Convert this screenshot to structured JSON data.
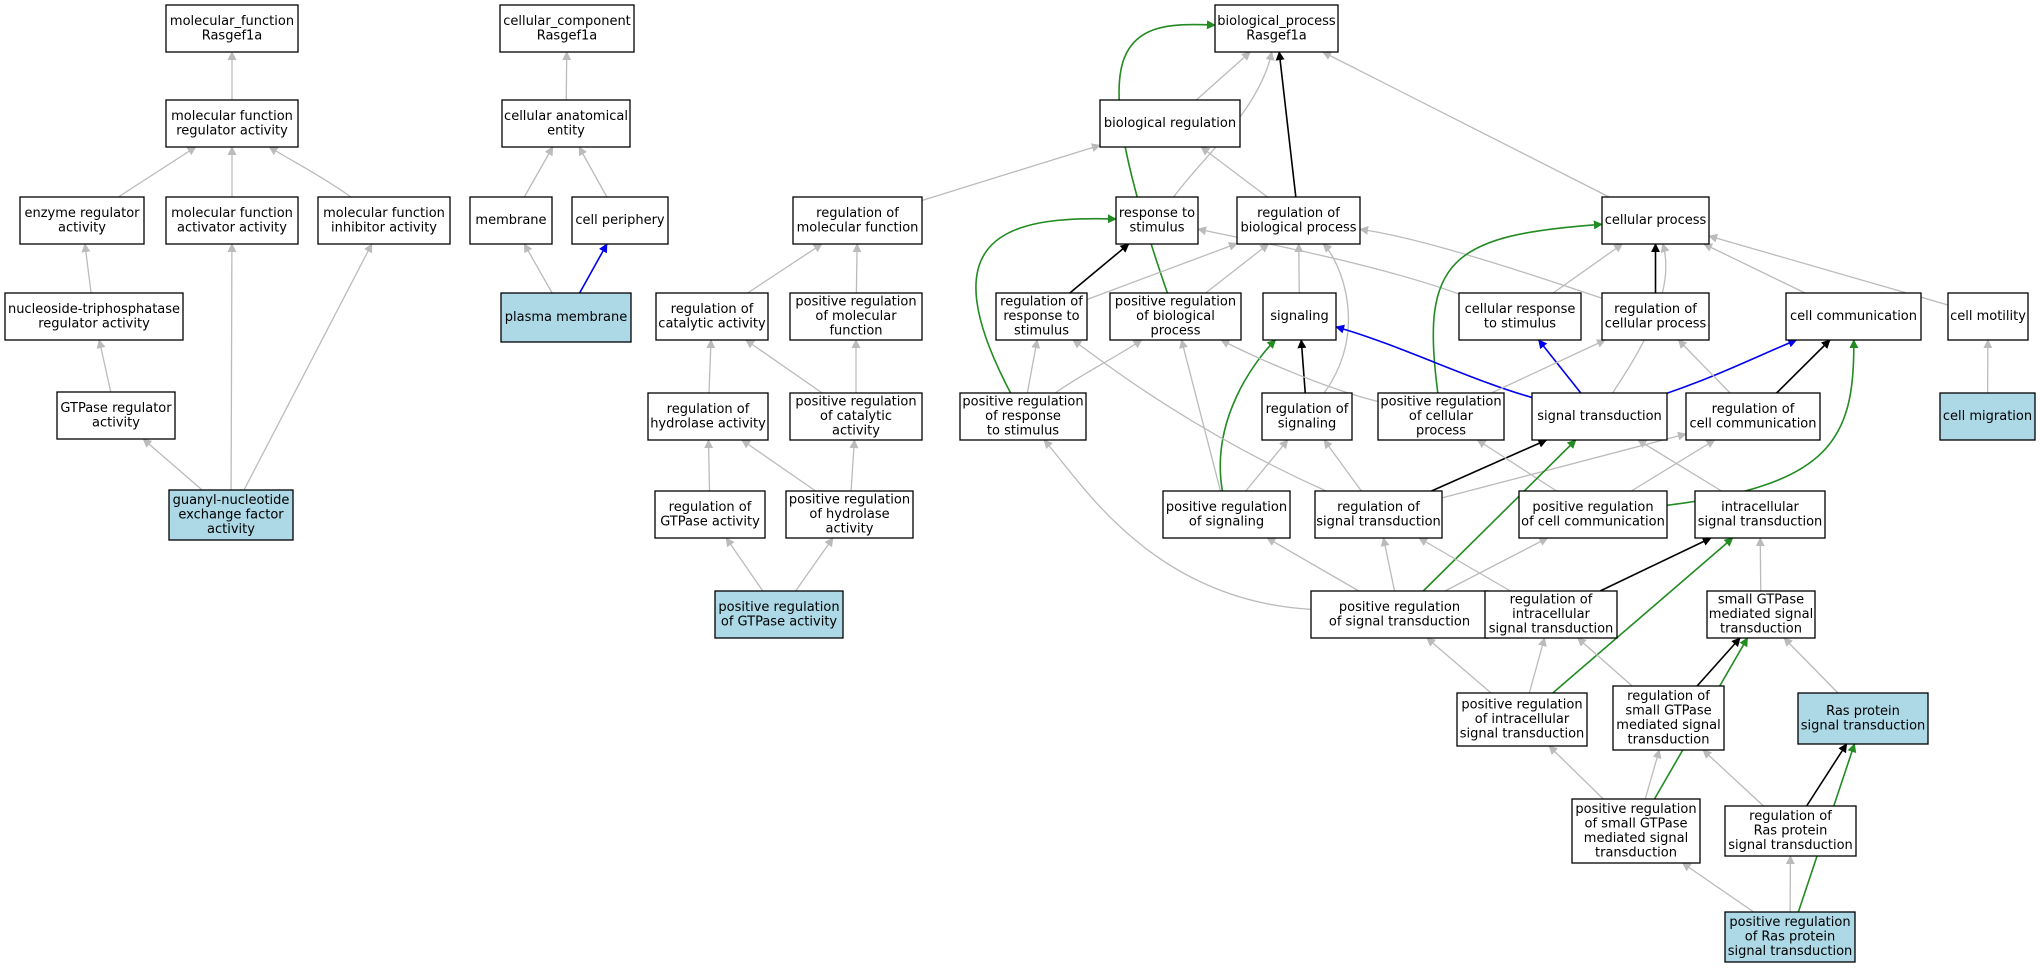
{
  "colors": {
    "background": "#ffffff",
    "node_fill": "#ffffff",
    "highlight_fill": "#add8e6",
    "node_border": "#000000",
    "edge_is_a": "#bbbbbb",
    "edge_regulates": "#000000",
    "edge_part_of": "#0000ee",
    "edge_positively_regulates": "#228b22"
  },
  "nodes": [
    {
      "id": "mf_root",
      "lines": [
        "molecular_function",
        "Rasgef1a"
      ],
      "highlight": false
    },
    {
      "id": "mf_reg",
      "lines": [
        "molecular function",
        "regulator activity"
      ],
      "highlight": false
    },
    {
      "id": "enz_reg",
      "lines": [
        "enzyme regulator",
        "activity"
      ],
      "highlight": false
    },
    {
      "id": "mf_act",
      "lines": [
        "molecular function",
        "activator activity"
      ],
      "highlight": false
    },
    {
      "id": "mf_inh",
      "lines": [
        "molecular function",
        "inhibitor activity"
      ],
      "highlight": false
    },
    {
      "id": "ntp_reg",
      "lines": [
        "nucleoside-triphosphatase",
        "regulator activity"
      ],
      "highlight": false
    },
    {
      "id": "gtp_reg",
      "lines": [
        "GTPase regulator",
        "activity"
      ],
      "highlight": false
    },
    {
      "id": "gef",
      "lines": [
        "guanyl-nucleotide",
        "exchange factor",
        "activity"
      ],
      "highlight": true
    },
    {
      "id": "cc_root",
      "lines": [
        "cellular_component",
        "Rasgef1a"
      ],
      "highlight": false
    },
    {
      "id": "cae",
      "lines": [
        "cellular anatomical",
        "entity"
      ],
      "highlight": false
    },
    {
      "id": "membrane",
      "lines": [
        "membrane"
      ],
      "highlight": false
    },
    {
      "id": "cell_per",
      "lines": [
        "cell periphery"
      ],
      "highlight": false
    },
    {
      "id": "pm",
      "lines": [
        "plasma membrane"
      ],
      "highlight": true
    },
    {
      "id": "bp_root",
      "lines": [
        "biological_process",
        "Rasgef1a"
      ],
      "highlight": false
    },
    {
      "id": "bio_reg",
      "lines": [
        "biological regulation"
      ],
      "highlight": false
    },
    {
      "id": "reg_mf",
      "lines": [
        "regulation of",
        "molecular function"
      ],
      "highlight": false
    },
    {
      "id": "resp_stim",
      "lines": [
        "response to",
        "stimulus"
      ],
      "highlight": false
    },
    {
      "id": "reg_bp",
      "lines": [
        "regulation of",
        "biological process"
      ],
      "highlight": false
    },
    {
      "id": "cell_proc",
      "lines": [
        "cellular process"
      ],
      "highlight": false
    },
    {
      "id": "reg_cat",
      "lines": [
        "regulation of",
        "catalytic activity"
      ],
      "highlight": false
    },
    {
      "id": "pos_reg_mf",
      "lines": [
        "positive regulation",
        "of molecular",
        "function"
      ],
      "highlight": false
    },
    {
      "id": "reg_resp",
      "lines": [
        "regulation of",
        "response to",
        "stimulus"
      ],
      "highlight": false
    },
    {
      "id": "pos_reg_bp",
      "lines": [
        "positive regulation",
        "of biological",
        "process"
      ],
      "highlight": false
    },
    {
      "id": "signaling",
      "lines": [
        "signaling"
      ],
      "highlight": false
    },
    {
      "id": "cell_resp",
      "lines": [
        "cellular response",
        "to stimulus"
      ],
      "highlight": false
    },
    {
      "id": "reg_cp",
      "lines": [
        "regulation of",
        "cellular process"
      ],
      "highlight": false
    },
    {
      "id": "cell_comm",
      "lines": [
        "cell communication"
      ],
      "highlight": false
    },
    {
      "id": "cell_mot",
      "lines": [
        "cell motility"
      ],
      "highlight": false
    },
    {
      "id": "reg_hyd",
      "lines": [
        "regulation of",
        "hydrolase activity"
      ],
      "highlight": false
    },
    {
      "id": "pos_reg_cat",
      "lines": [
        "positive regulation",
        "of catalytic",
        "activity"
      ],
      "highlight": false
    },
    {
      "id": "pos_reg_resp",
      "lines": [
        "positive regulation",
        "of response",
        "to stimulus"
      ],
      "highlight": false
    },
    {
      "id": "reg_sig",
      "lines": [
        "regulation of",
        "signaling"
      ],
      "highlight": false
    },
    {
      "id": "pos_reg_cp",
      "lines": [
        "positive regulation",
        "of cellular",
        "process"
      ],
      "highlight": false
    },
    {
      "id": "sig_trans",
      "lines": [
        "signal transduction"
      ],
      "highlight": false
    },
    {
      "id": "reg_cc",
      "lines": [
        "regulation of",
        "cell communication"
      ],
      "highlight": false
    },
    {
      "id": "cell_mig",
      "lines": [
        "cell migration"
      ],
      "highlight": true
    },
    {
      "id": "reg_gtp",
      "lines": [
        "regulation of",
        "GTPase activity"
      ],
      "highlight": false
    },
    {
      "id": "pos_reg_hyd",
      "lines": [
        "positive regulation",
        "of hydrolase",
        "activity"
      ],
      "highlight": false
    },
    {
      "id": "pos_reg_sig",
      "lines": [
        "positive regulation",
        "of signaling"
      ],
      "highlight": false
    },
    {
      "id": "reg_st",
      "lines": [
        "regulation of",
        "signal transduction"
      ],
      "highlight": false
    },
    {
      "id": "pos_reg_cc",
      "lines": [
        "positive regulation",
        "of cell communication"
      ],
      "highlight": false
    },
    {
      "id": "intra_st",
      "lines": [
        "intracellular",
        "signal transduction"
      ],
      "highlight": false
    },
    {
      "id": "pos_reg_gtp",
      "lines": [
        "positive regulation",
        "of GTPase activity"
      ],
      "highlight": true
    },
    {
      "id": "pos_reg_st",
      "lines": [
        "positive regulation",
        "of signal transduction"
      ],
      "highlight": false
    },
    {
      "id": "reg_ist",
      "lines": [
        "regulation of",
        "intracellular",
        "signal transduction"
      ],
      "highlight": false
    },
    {
      "id": "sgtp",
      "lines": [
        "small GTPase",
        "mediated signal",
        "transduction"
      ],
      "highlight": false
    },
    {
      "id": "pos_reg_ist",
      "lines": [
        "positive regulation",
        "of intracellular",
        "signal transduction"
      ],
      "highlight": false
    },
    {
      "id": "reg_sgtp",
      "lines": [
        "regulation of",
        "small GTPase",
        "mediated signal",
        "transduction"
      ],
      "highlight": false
    },
    {
      "id": "ras_st",
      "lines": [
        "Ras protein",
        "signal transduction"
      ],
      "highlight": true
    },
    {
      "id": "pos_reg_sgtp",
      "lines": [
        "positive regulation",
        "of small GTPase",
        "mediated signal",
        "transduction"
      ],
      "highlight": false
    },
    {
      "id": "reg_ras",
      "lines": [
        "regulation of",
        "Ras protein",
        "signal transduction"
      ],
      "highlight": false
    },
    {
      "id": "pos_reg_ras",
      "lines": [
        "positive regulation",
        "of Ras protein",
        "signal transduction"
      ],
      "highlight": true
    }
  ],
  "edges": [
    {
      "from": "mf_reg",
      "to": "mf_root",
      "type": "is_a"
    },
    {
      "from": "enz_reg",
      "to": "mf_reg",
      "type": "is_a"
    },
    {
      "from": "mf_act",
      "to": "mf_reg",
      "type": "is_a"
    },
    {
      "from": "mf_inh",
      "to": "mf_reg",
      "type": "is_a"
    },
    {
      "from": "ntp_reg",
      "to": "enz_reg",
      "type": "is_a"
    },
    {
      "from": "gtp_reg",
      "to": "ntp_reg",
      "type": "is_a"
    },
    {
      "from": "gef",
      "to": "gtp_reg",
      "type": "is_a"
    },
    {
      "from": "gef",
      "to": "mf_act",
      "type": "is_a"
    },
    {
      "from": "gef",
      "to": "mf_inh",
      "type": "is_a"
    },
    {
      "from": "cae",
      "to": "cc_root",
      "type": "is_a"
    },
    {
      "from": "membrane",
      "to": "cae",
      "type": "is_a"
    },
    {
      "from": "cell_per",
      "to": "cae",
      "type": "is_a"
    },
    {
      "from": "pm",
      "to": "membrane",
      "type": "is_a"
    },
    {
      "from": "pm",
      "to": "cell_per",
      "type": "part_of"
    },
    {
      "from": "bio_reg",
      "to": "bp_root",
      "type": "is_a"
    },
    {
      "from": "resp_stim",
      "to": "bp_root",
      "type": "is_a"
    },
    {
      "from": "cell_proc",
      "to": "bp_root",
      "type": "is_a"
    },
    {
      "from": "reg_bp",
      "to": "bp_root",
      "type": "regulates"
    },
    {
      "from": "pos_reg_bp",
      "to": "bp_root",
      "type": "positively_regulates"
    },
    {
      "from": "reg_mf",
      "to": "bio_reg",
      "type": "is_a"
    },
    {
      "from": "reg_bp",
      "to": "bio_reg",
      "type": "is_a"
    },
    {
      "from": "reg_cat",
      "to": "reg_mf",
      "type": "is_a"
    },
    {
      "from": "pos_reg_mf",
      "to": "reg_mf",
      "type": "is_a"
    },
    {
      "from": "reg_resp",
      "to": "resp_stim",
      "type": "regulates"
    },
    {
      "from": "reg_resp",
      "to": "reg_bp",
      "type": "is_a"
    },
    {
      "from": "pos_reg_bp",
      "to": "reg_bp",
      "type": "is_a"
    },
    {
      "from": "signaling",
      "to": "reg_bp",
      "type": "is_a"
    },
    {
      "from": "reg_sig",
      "to": "reg_bp",
      "type": "is_a"
    },
    {
      "from": "reg_cp",
      "to": "reg_bp",
      "type": "is_a"
    },
    {
      "from": "cell_resp",
      "to": "resp_stim",
      "type": "is_a"
    },
    {
      "from": "pos_reg_resp",
      "to": "resp_stim",
      "type": "positively_regulates"
    },
    {
      "from": "cell_resp",
      "to": "cell_proc",
      "type": "is_a"
    },
    {
      "from": "reg_cp",
      "to": "cell_proc",
      "type": "regulates"
    },
    {
      "from": "cell_comm",
      "to": "cell_proc",
      "type": "is_a"
    },
    {
      "from": "cell_mot",
      "to": "cell_proc",
      "type": "is_a"
    },
    {
      "from": "sig_trans",
      "to": "cell_proc",
      "type": "is_a"
    },
    {
      "from": "pos_reg_cp",
      "to": "cell_proc",
      "type": "positively_regulates"
    },
    {
      "from": "reg_hyd",
      "to": "reg_cat",
      "type": "is_a"
    },
    {
      "from": "pos_reg_cat",
      "to": "reg_cat",
      "type": "is_a"
    },
    {
      "from": "pos_reg_cat",
      "to": "pos_reg_mf",
      "type": "is_a"
    },
    {
      "from": "pos_reg_resp",
      "to": "reg_resp",
      "type": "is_a"
    },
    {
      "from": "pos_reg_resp",
      "to": "pos_reg_bp",
      "type": "is_a"
    },
    {
      "from": "reg_sig",
      "to": "signaling",
      "type": "regulates"
    },
    {
      "from": "pos_reg_sig",
      "to": "signaling",
      "type": "positively_regulates"
    },
    {
      "from": "sig_trans",
      "to": "signaling",
      "type": "part_of"
    },
    {
      "from": "sig_trans",
      "to": "cell_resp",
      "type": "part_of"
    },
    {
      "from": "sig_trans",
      "to": "cell_comm",
      "type": "part_of"
    },
    {
      "from": "pos_reg_cp",
      "to": "reg_cp",
      "type": "is_a"
    },
    {
      "from": "pos_reg_cp",
      "to": "pos_reg_bp",
      "type": "is_a"
    },
    {
      "from": "reg_cc",
      "to": "cell_comm",
      "type": "regulates"
    },
    {
      "from": "reg_cc",
      "to": "reg_cp",
      "type": "is_a"
    },
    {
      "from": "pos_reg_cc",
      "to": "cell_comm",
      "type": "positively_regulates"
    },
    {
      "from": "cell_mig",
      "to": "cell_mot",
      "type": "is_a"
    },
    {
      "from": "reg_gtp",
      "to": "reg_hyd",
      "type": "is_a"
    },
    {
      "from": "pos_reg_hyd",
      "to": "reg_hyd",
      "type": "is_a"
    },
    {
      "from": "pos_reg_hyd",
      "to": "pos_reg_cat",
      "type": "is_a"
    },
    {
      "from": "pos_reg_gtp",
      "to": "reg_gtp",
      "type": "is_a"
    },
    {
      "from": "pos_reg_gtp",
      "to": "pos_reg_hyd",
      "type": "is_a"
    },
    {
      "from": "pos_reg_sig",
      "to": "reg_sig",
      "type": "is_a"
    },
    {
      "from": "pos_reg_sig",
      "to": "pos_reg_bp",
      "type": "is_a"
    },
    {
      "from": "reg_st",
      "to": "reg_sig",
      "type": "is_a"
    },
    {
      "from": "reg_st",
      "to": "sig_trans",
      "type": "regulates"
    },
    {
      "from": "reg_st",
      "to": "reg_resp",
      "type": "is_a"
    },
    {
      "from": "reg_st",
      "to": "reg_cc",
      "type": "is_a"
    },
    {
      "from": "pos_reg_cc",
      "to": "reg_cc",
      "type": "is_a"
    },
    {
      "from": "pos_reg_cc",
      "to": "pos_reg_cp",
      "type": "is_a"
    },
    {
      "from": "intra_st",
      "to": "sig_trans",
      "type": "is_a"
    },
    {
      "from": "pos_reg_st",
      "to": "reg_st",
      "type": "is_a"
    },
    {
      "from": "pos_reg_st",
      "to": "pos_reg_sig",
      "type": "is_a"
    },
    {
      "from": "pos_reg_st",
      "to": "pos_reg_cc",
      "type": "is_a"
    },
    {
      "from": "pos_reg_st",
      "to": "pos_reg_resp",
      "type": "is_a"
    },
    {
      "from": "pos_reg_st",
      "to": "sig_trans",
      "type": "positively_regulates"
    },
    {
      "from": "reg_ist",
      "to": "intra_st",
      "type": "regulates"
    },
    {
      "from": "reg_ist",
      "to": "reg_st",
      "type": "is_a"
    },
    {
      "from": "sgtp",
      "to": "intra_st",
      "type": "is_a"
    },
    {
      "from": "pos_reg_ist",
      "to": "reg_ist",
      "type": "is_a"
    },
    {
      "from": "pos_reg_ist",
      "to": "pos_reg_st",
      "type": "is_a"
    },
    {
      "from": "pos_reg_ist",
      "to": "intra_st",
      "type": "positively_regulates"
    },
    {
      "from": "reg_sgtp",
      "to": "sgtp",
      "type": "regulates"
    },
    {
      "from": "reg_sgtp",
      "to": "reg_ist",
      "type": "is_a"
    },
    {
      "from": "ras_st",
      "to": "sgtp",
      "type": "is_a"
    },
    {
      "from": "pos_reg_sgtp",
      "to": "reg_sgtp",
      "type": "is_a"
    },
    {
      "from": "pos_reg_sgtp",
      "to": "pos_reg_ist",
      "type": "is_a"
    },
    {
      "from": "pos_reg_sgtp",
      "to": "sgtp",
      "type": "positively_regulates"
    },
    {
      "from": "reg_ras",
      "to": "ras_st",
      "type": "regulates"
    },
    {
      "from": "reg_ras",
      "to": "reg_sgtp",
      "type": "is_a"
    },
    {
      "from": "pos_reg_ras",
      "to": "reg_ras",
      "type": "is_a"
    },
    {
      "from": "pos_reg_ras",
      "to": "pos_reg_sgtp",
      "type": "is_a"
    },
    {
      "from": "pos_reg_ras",
      "to": "ras_st",
      "type": "positively_regulates"
    }
  ]
}
